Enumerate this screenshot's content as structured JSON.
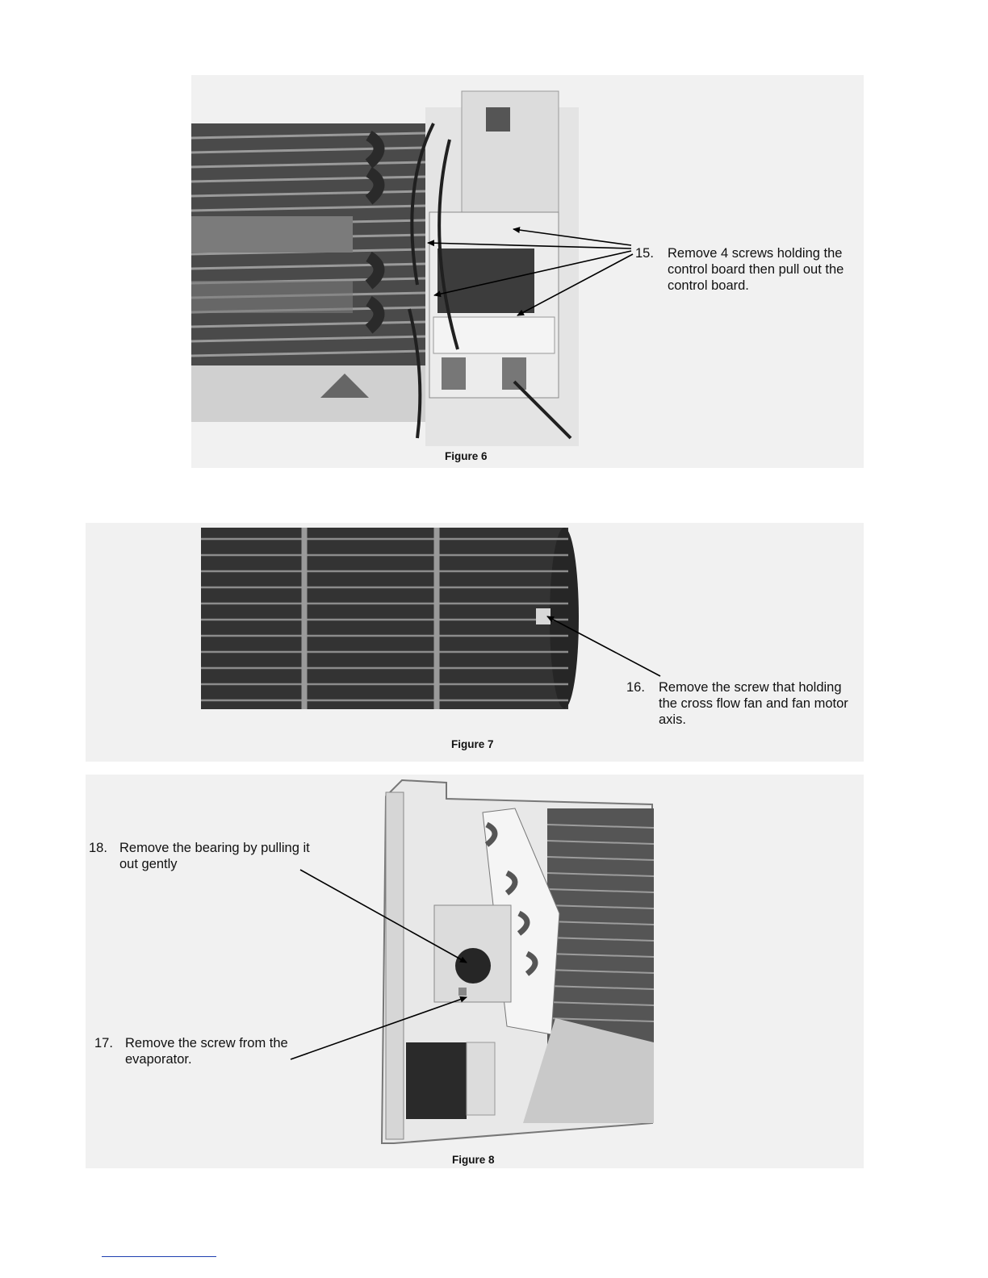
{
  "figures": [
    {
      "caption": "Figure 6",
      "step": {
        "number": "15.",
        "lines": [
          "Remove 4 screws holding the",
          "control board then pull out the",
          "control board."
        ]
      }
    },
    {
      "caption": "Figure 7",
      "step": {
        "number": "16.",
        "lines": [
          "Remove the screw that holding",
          "the cross flow fan and fan motor",
          "axis."
        ]
      }
    },
    {
      "caption": "Figure 8",
      "steps": [
        {
          "number": "18.",
          "lines": [
            "Remove the bearing by pulling it",
            "out gently"
          ]
        },
        {
          "number": "17.",
          "lines": [
            "Remove the screw from the",
            "evaporator."
          ]
        }
      ]
    }
  ],
  "colors": {
    "panel": "#f1f1f1",
    "footer_rule": "#1f3fb0"
  }
}
